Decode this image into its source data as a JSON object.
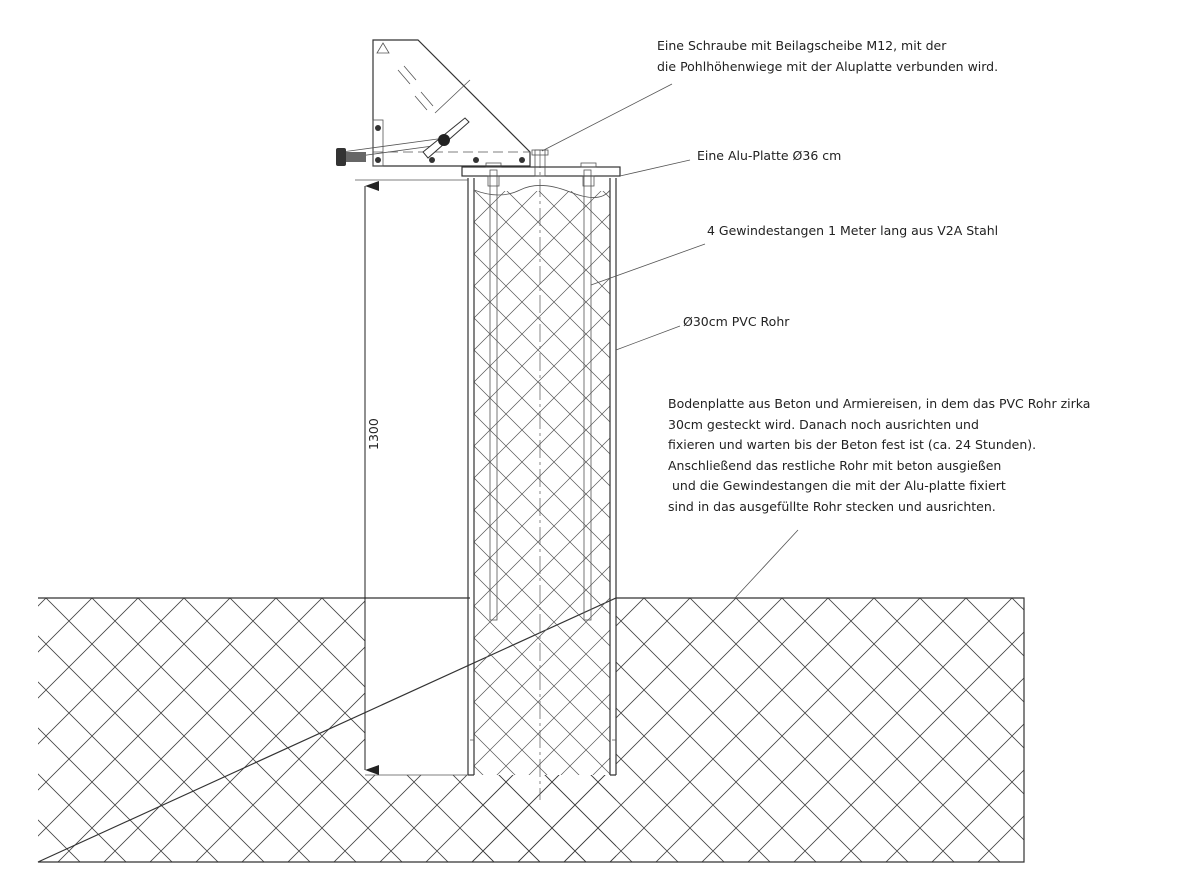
{
  "annotations": {
    "screw": [
      "Eine Schraube mit Beilagscheibe M12, mit der",
      "die Pohlhöhenwiege mit der Aluplatte verbunden wird."
    ],
    "plate": "Eine Alu-Platte Ø36 cm",
    "rods": "4 Gewindestangen 1 Meter lang aus V2A Stahl",
    "pipe": "Ø30cm PVC Rohr",
    "foundation": [
      "Bodenplatte aus Beton und Armiereisen, in dem das PVC Rohr zirka",
      "30cm gesteckt wird. Danach noch  ausrichten und",
      "fixieren und warten bis der Beton fest ist (ca. 24 Stunden).",
      "Anschließend das restliche Rohr mit beton ausgießen",
      " und die Gewindestangen die mit der Alu-platte fixiert",
      "sind in das ausgefüllte Rohr stecken und ausrichten."
    ]
  },
  "dimension": {
    "label": "1300"
  },
  "colors": {
    "line": "#333333",
    "background": "#ffffff"
  }
}
